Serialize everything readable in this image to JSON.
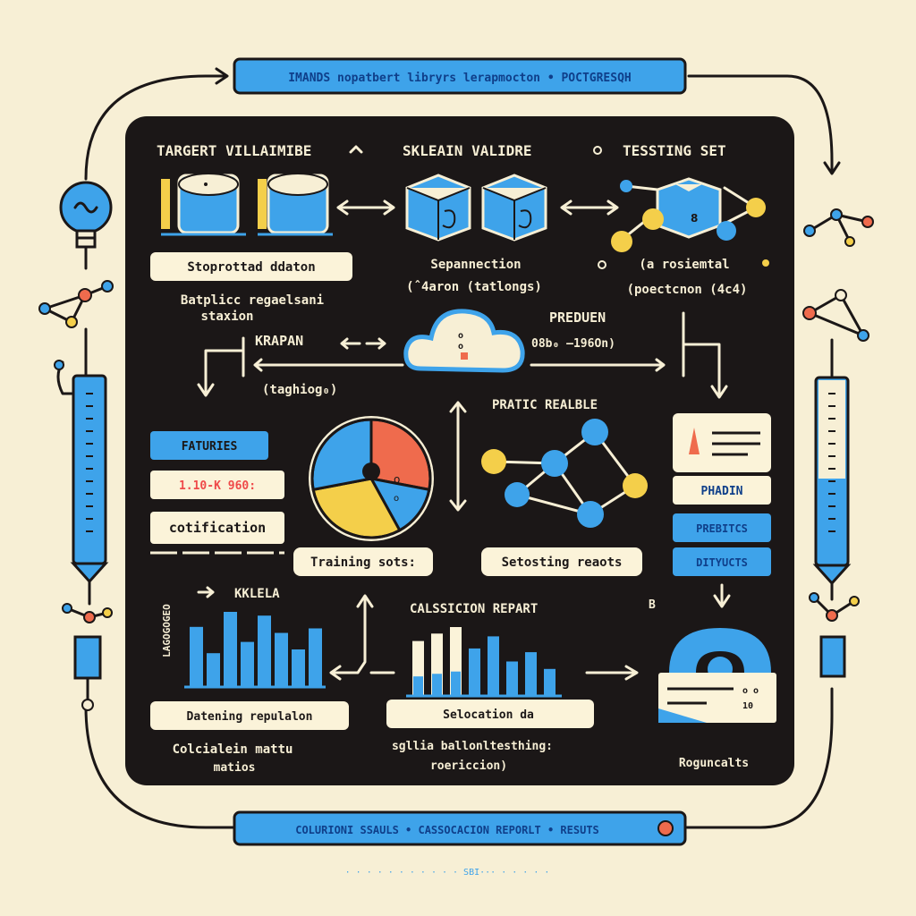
{
  "top_banner": "IMANDS  nopatbert libryrs lerapmocton  •  POCTGRESQH",
  "bottom_banner": "COLURIONI SSAULS  •  CASSOCACION REPORLT  •  RESUTS",
  "bottom_dots": "· · · · · · · · · · · SBI··· · · · · ·",
  "headings": {
    "target": "TARGERT VILLAIMIBE",
    "sklearn": "SKLEAIN VALIDRE",
    "testing": "TESSTING SET",
    "krapan": "KRAPAN",
    "preduen": "PREDUEN",
    "pratic": "PRATIC REALBLE",
    "kklela": "KKLELA",
    "calssicion": "CALSSICION REPART",
    "b_mark": "B"
  },
  "labels": {
    "stoprotted": "Stoprottad ddaton",
    "batplic_1": "Batplicc regaelsani",
    "batplic_2": "staxion",
    "sepanection_1": "Sepannection",
    "sepanection_2": "(ˆ4aron (tatlongs)",
    "residental_1": "(a rosiemtal",
    "residental_2": "(poectcnon (4c4)",
    "preduen_sub": "08b₀ –196On)",
    "taghiog": "(taghiog₀)",
    "faturies": "FATURIES",
    "ratio": "1.10-K   960:",
    "cotification": "cotification",
    "training": "Training sots:",
    "setosting": "Setosting reaots",
    "phadin": "PHADIN",
    "prebitcs": "PREBITCS",
    "dityucts": "DITYUCTS",
    "lacocodeo": "LAGOGOGEO",
    "datening": "Datening repulalon",
    "colcialein_1": "Colcialein mattu",
    "colcialein_2": "matios",
    "selocation": "Selocation da",
    "splitting_1": "sgllia ballonltesthing:",
    "splitting_2": "roericcion)",
    "resultats": "Roguncalts"
  },
  "colors": {
    "background": "#f7efd5",
    "panel": "#1b1717",
    "blue": "#3ea3ea",
    "yellow": "#f4cf4a",
    "coral": "#ef6b4d",
    "cream": "#fbf3d9",
    "navy": "#0f3f8a"
  },
  "icons": [
    "lightbulb-icon",
    "database-icon",
    "cube-icon",
    "cloud-icon",
    "pie-chart-icon",
    "network-icon",
    "bar-chart-icon",
    "document-icon",
    "gauge-icon",
    "molecule-icon",
    "test-tube-icon"
  ],
  "chart_data": [
    {
      "type": "pie",
      "values": [
        28,
        14,
        30,
        28
      ]
    },
    {
      "type": "bar",
      "values": [
        80,
        45,
        100,
        60,
        95,
        72,
        50,
        78
      ]
    },
    {
      "type": "bar",
      "values": [
        60,
        68,
        75,
        52,
        65,
        38,
        48,
        30
      ]
    }
  ]
}
